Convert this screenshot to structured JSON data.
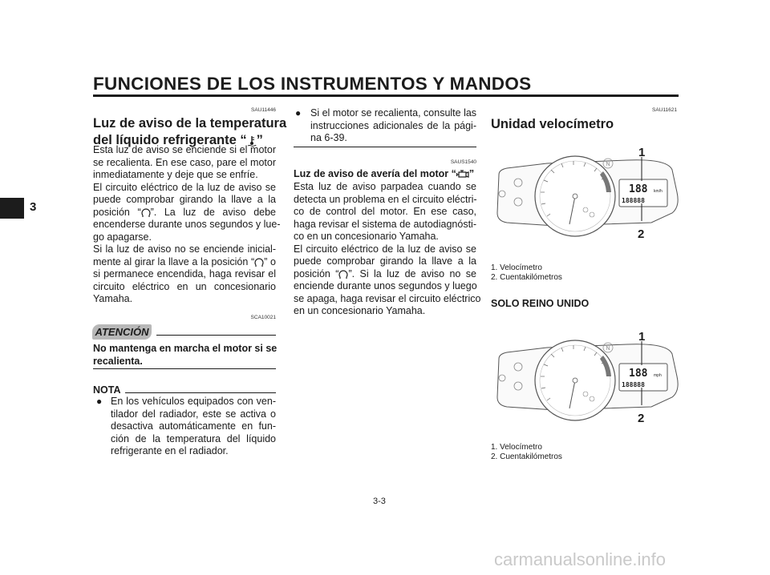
{
  "header": {
    "title": "FUNCIONES DE LOS INSTRUMENTOS Y MANDOS"
  },
  "side_tab": {
    "number": "3"
  },
  "col1": {
    "code1": "SAU11446",
    "heading_line1": "Luz de aviso de la temperatura",
    "heading_line2_pre": "del líquido refrigerante “",
    "heading_line2_post": "”",
    "para1": [
      "Esta luz de aviso se enciende si el motor",
      "se recalienta. En ese caso, pare el motor",
      "inmediatamente y deje que se enfríe."
    ],
    "para2": [
      "El circuito eléctrico de la luz de aviso se",
      "puede comprobar girando la llave a la"
    ],
    "para2_line3_pre": "posición “",
    "para2_line3_post": "”. La luz de aviso debe",
    "para2_end": [
      "encenderse durante unos segundos y lue-",
      "go apagarse."
    ],
    "para3_line1": "Si la luz de aviso no se enciende inicial-",
    "para3_line2_pre": "mente al girar la llave a la posición “",
    "para3_line2_post": "” o",
    "para3_end": [
      "si permanece encendida, haga revisar el",
      "circuito eléctrico en un concesionario",
      "Yamaha."
    ],
    "code2": "SCA10021",
    "atencion_label": "ATENCIÓN",
    "warning": [
      "No mantenga en marcha el motor si se",
      "recalienta."
    ],
    "nota_label": "NOTA",
    "nota_bullet": [
      "En los vehículos equipados con ven-",
      "tilador del radiador, este se activa o",
      "desactiva automáticamente en fun-",
      "ción de la temperatura del líquido",
      "refrigerante en el radiador."
    ]
  },
  "col2": {
    "bullet": [
      "Si el motor se recalienta, consulte las",
      "instrucciones adicionales de la pági-",
      "na 6-39."
    ],
    "code": "SAUS1540",
    "heading_pre": "Luz de aviso de avería del motor “",
    "heading_post": "”",
    "para1": [
      "Esta luz de aviso parpadea cuando se",
      "detecta un problema en el circuito eléctri-",
      "co de control del motor. En ese caso,",
      "haga revisar el sistema de autodiagnósti-",
      "co en un concesionario Yamaha."
    ],
    "para2": [
      "El circuito eléctrico de la luz de aviso se",
      "puede comprobar girando la llave a la"
    ],
    "para2_line3_pre": "posición “",
    "para2_line3_post": "”. Si la luz de aviso no se",
    "para2_end": [
      "enciende durante unos segundos y luego",
      "se apaga, haga revisar el circuito eléctrico",
      "en un concesionario Yamaha."
    ]
  },
  "col3": {
    "code": "SAU11621",
    "heading": "Unidad velocímetro",
    "fig1": {
      "label_1": "1",
      "label_2": "2",
      "lcd_top": "188",
      "lcd_bottom": "188888",
      "unit": "km/h",
      "n": "N"
    },
    "caption1": [
      "1. Velocímetro",
      "2. Cuentakilómetros"
    ],
    "subheading": "SOLO REINO UNIDO",
    "fig2": {
      "label_1": "1",
      "label_2": "2",
      "lcd_top": "188",
      "lcd_bottom": "188888",
      "unit": "mph",
      "n": "N"
    },
    "caption2": [
      "1. Velocímetro",
      "2. Cuentakilómetros"
    ]
  },
  "footer": {
    "page": "3-3",
    "watermark": "carmanualsonline.info"
  }
}
